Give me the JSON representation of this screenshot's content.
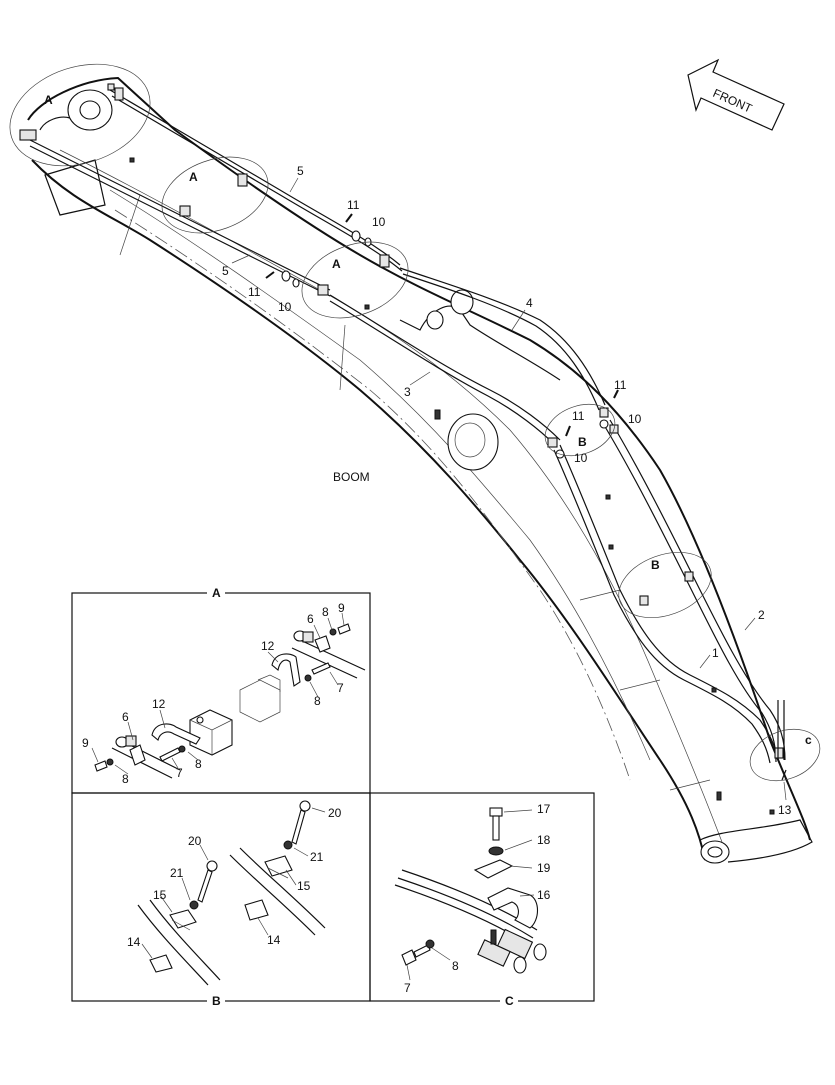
{
  "front_label": "FRONT",
  "boom_label": "BOOM",
  "callouts": {
    "c1": "1",
    "c2": "2",
    "c3": "3",
    "c4": "4",
    "c5a": "5",
    "c5b": "5",
    "c10a": "10",
    "c10b": "10",
    "c10c": "10",
    "c10d": "10",
    "c11a": "11",
    "c11b": "11",
    "c11c": "11",
    "c11d": "11",
    "c13": "13"
  },
  "detail_refs": {
    "a1": "A",
    "a2": "A",
    "a3": "A",
    "b1": "B",
    "b2": "B",
    "c1": "c"
  },
  "detail_a": {
    "title": "A",
    "labels": {
      "n6a": "6",
      "n8a": "8",
      "n9a": "9",
      "n12a": "12",
      "n7a": "7",
      "n8b": "8",
      "n12b": "12",
      "n6b": "6",
      "n9b": "9",
      "n8c": "8",
      "n7b": "7",
      "n8d": "8"
    }
  },
  "detail_b": {
    "title": "B",
    "labels": {
      "n20a": "20",
      "n21a": "21",
      "n15a": "15",
      "n14a": "14",
      "n20b": "20",
      "n21b": "21",
      "n15b": "15",
      "n14b": "14"
    }
  },
  "detail_c": {
    "title": "C",
    "labels": {
      "n17": "17",
      "n18": "18",
      "n19": "19",
      "n16": "16",
      "n8": "8",
      "n7": "7"
    }
  }
}
